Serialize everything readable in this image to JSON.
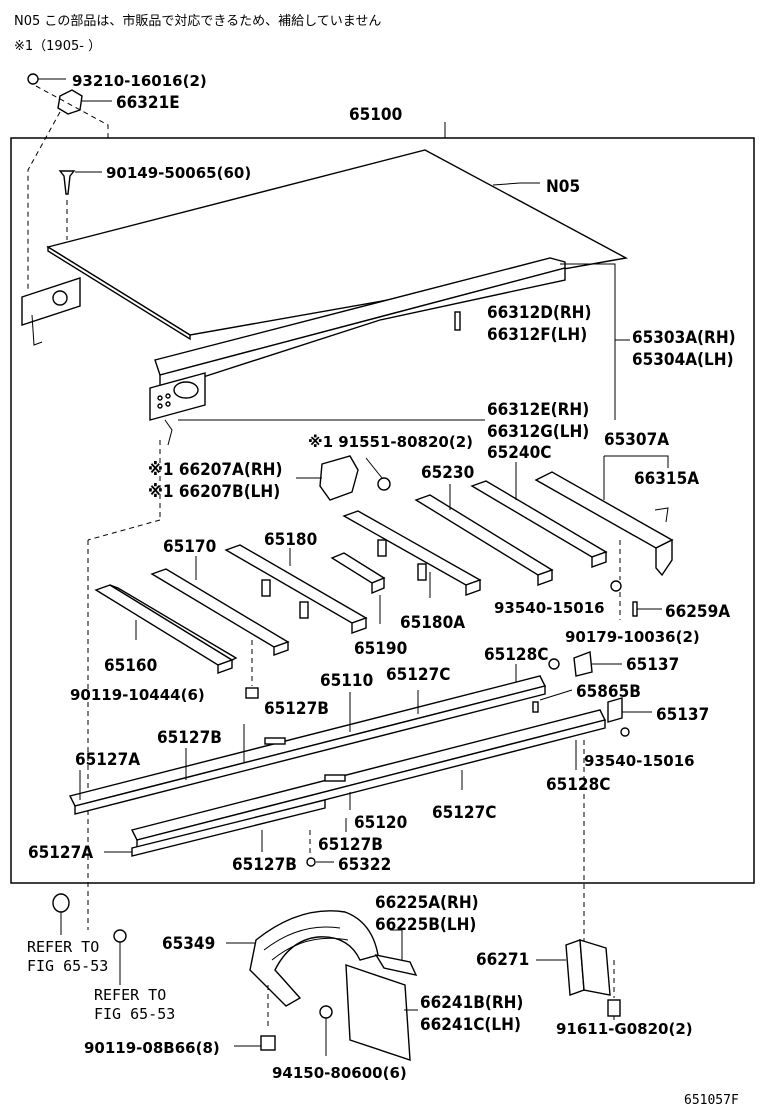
{
  "notes": {
    "line1": "N05  この部品は、市販品で対応できるため、補給していません",
    "line2": "※1（1905-       ）"
  },
  "labels": {
    "p65100": "65100",
    "p93210": "93210-16016(2)",
    "p66321E": "66321E",
    "p90149": "90149-50065(60)",
    "pN05": "N05",
    "p66312D": "66312D(RH)",
    "p66312F": "66312F(LH)",
    "p65303A": "65303A(RH)",
    "p65304A": "65304A(LH)",
    "p66312E": "66312E(RH)",
    "p66312G": "66312G(LH)",
    "p65307A": "65307A",
    "p91551": "※1 91551-80820(2)",
    "p66207A": "※1 66207A(RH)",
    "p66207B": "※1 66207B(LH)",
    "p65230": "65230",
    "p65240C": "65240C",
    "p66315A": "66315A",
    "p65170": "65170",
    "p65180": "65180",
    "p93540a": "93540-15016",
    "p66259A": "66259A",
    "p65180A": "65180A",
    "p65190": "65190",
    "p90179": "90179-10036(2)",
    "p65160": "65160",
    "p65128Ca": "65128C",
    "p65137a": "65137",
    "p65110": "65110",
    "p65127Ca": "65127C",
    "p90119a": "90119-10444(6)",
    "p65865B": "65865B",
    "p65127Ba": "65127B",
    "p65137b": "65137",
    "p65127Bb": "65127B",
    "p65127Aa": "65127A",
    "p93540b": "93540-15016",
    "p65128Cb": "65128C",
    "p65120": "65120",
    "p65127Cb": "65127C",
    "p65127Bc": "65127B",
    "p65127Ab": "65127A",
    "p65127Bd": "65127B",
    "p65322": "65322",
    "p66225A": "66225A(RH)",
    "p66225B": "66225B(LH)",
    "p65349": "65349",
    "p66271": "66271",
    "ref1a": "REFER TO",
    "ref1b": "FIG 65-53",
    "ref2a": "REFER TO",
    "ref2b": "FIG 65-53",
    "p66241B": "66241B(RH)",
    "p66241C": "66241C(LH)",
    "p90119b": "90119-08B66(8)",
    "p94150": "94150-80600(6)",
    "p91611": "91611-G0820(2)",
    "figcode": "651057F"
  }
}
